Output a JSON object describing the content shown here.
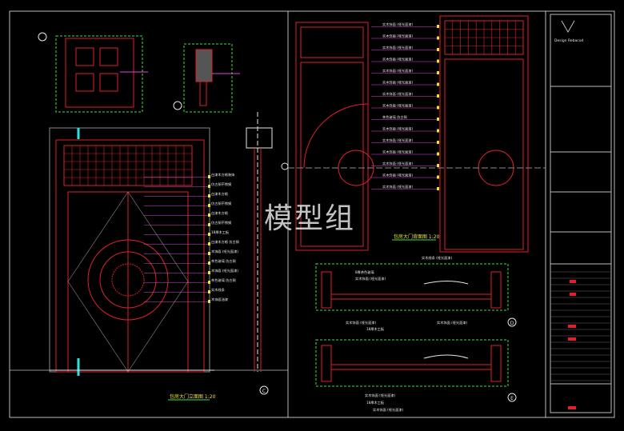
{
  "watermark": "模型组",
  "titles": {
    "front_elevation": "包房大门立面图 1:20",
    "back_elevation": "包房大门背面图 1:20",
    "brand": "Design Rebacod"
  },
  "markers": {
    "c": "C",
    "d": "D",
    "e": "E"
  },
  "notes_left": [
    "白漆木方格装饰",
    "仿古铜不锈钢",
    "白漆木方格",
    "仿古铜不锈钢",
    "白漆木方格",
    "仿古铜不锈钢",
    "18厚木工板",
    "白漆木方格 仿古铜",
    "木饰面 (哑光面漆)",
    "茶色玻璃 仿古铜",
    "木饰面 (哑光面漆)",
    "茶色玻璃 仿古铜",
    "实木线条",
    "木饰面油漆"
  ],
  "notes_right": [
    "实木饰面 (哑光面漆)",
    "实木饰面 (哑光面漆)",
    "实木饰面 (哑光面漆)",
    "实木饰面 (哑光面漆)",
    "实木饰面 (哑光面漆)",
    "实木饰面 (哑光面漆)",
    "实木饰面 (哑光面漆)",
    "实木饰面 (哑光面漆)",
    "茶色玻璃 仿古铜",
    "实木饰面 (哑光面漆)",
    "实木饰面 (哑光面漆)",
    "实木饰面 (哑光面漆)",
    "实木饰面 (哑光面漆)",
    "实木饰面 (哑光面漆)",
    "实木饰面 (哑光面漆)"
  ],
  "notes_sections": [
    "实木线条 (哑光面漆)",
    "8厚茶色玻璃",
    "实木饰面 (哑光面漆)",
    "实木饰面 (哑光面漆)",
    "18厚木工板",
    "实木饰面 (哑光面漆)",
    "实木饰面 (哑光面漆)",
    "18厚木工板",
    "实木饰面 (哑光面漆)"
  ],
  "colors": {
    "red": "#e0202a",
    "yellow": "#f2e23a",
    "magenta": "#e040e0",
    "green": "#40e040",
    "cyan": "#30e0e0",
    "white": "#e8e8e8",
    "gray": "#8a8a8a"
  }
}
